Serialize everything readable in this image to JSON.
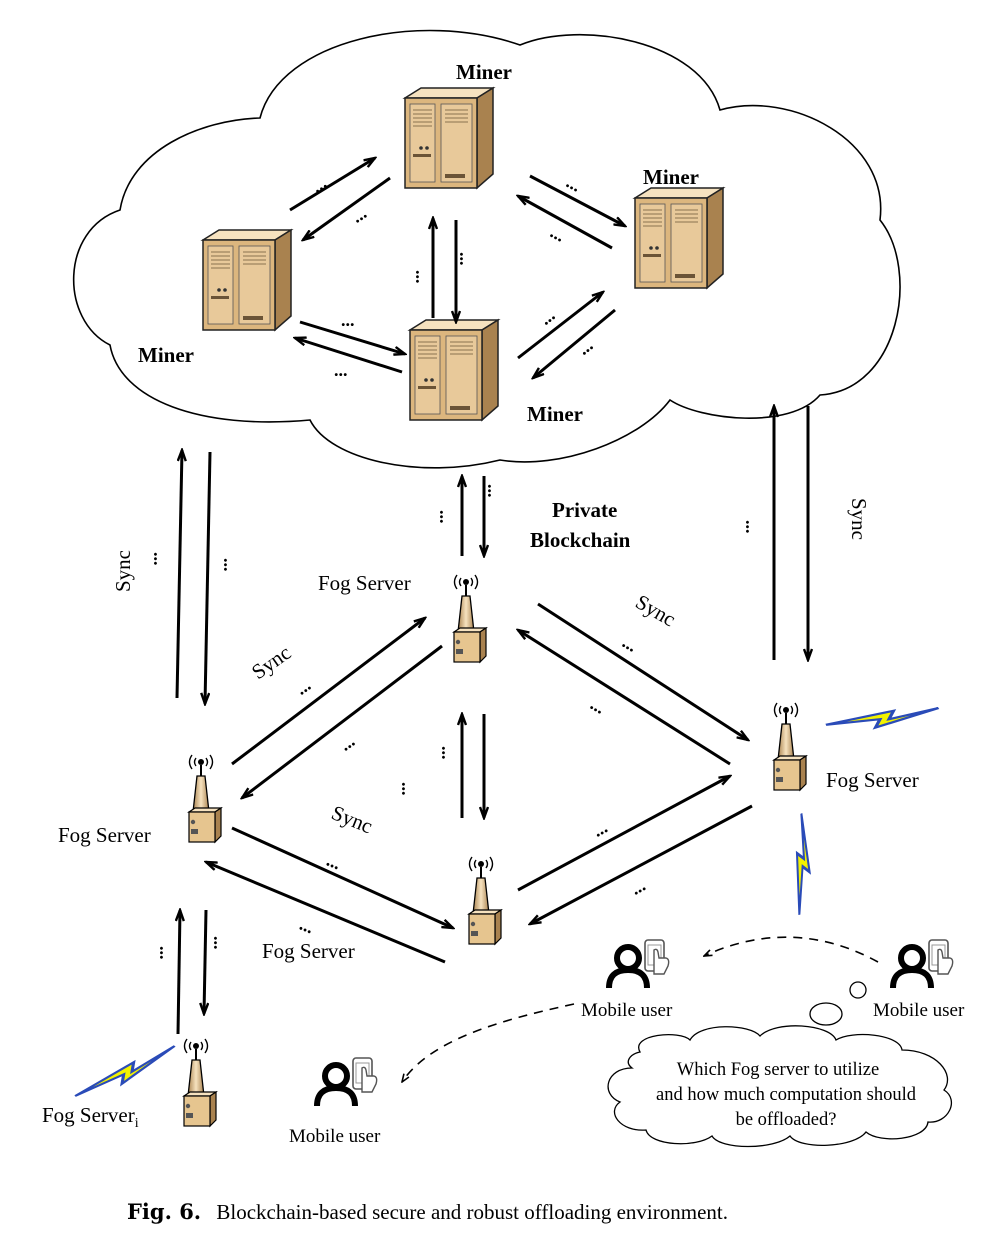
{
  "figure": {
    "caption_label": "Fig. 6.",
    "caption_text": "Blockchain-based secure and robust offloading environment."
  },
  "diagram": {
    "miner_label": "Miner",
    "fog_server_label": "Fog Server",
    "fog_server_i_base": "Fog Server",
    "fog_server_i_sub": "i",
    "private_blockchain_line1": "Private",
    "private_blockchain_line2": "Blockchain",
    "sync_label": "Sync",
    "ellipsis": "...",
    "mobile_user_label": "Mobile user",
    "thought_line1": "Which Fog server to utilize",
    "thought_line2": "and how much computation should",
    "thought_line3": "be offloaded?"
  },
  "colors": {
    "server_light": "#f6e2bf",
    "server_mid": "#dcb67e",
    "server_dark": "#a9824f",
    "lightning_yellow": "#f2f200",
    "lightning_blue": "#2a4bb8"
  }
}
